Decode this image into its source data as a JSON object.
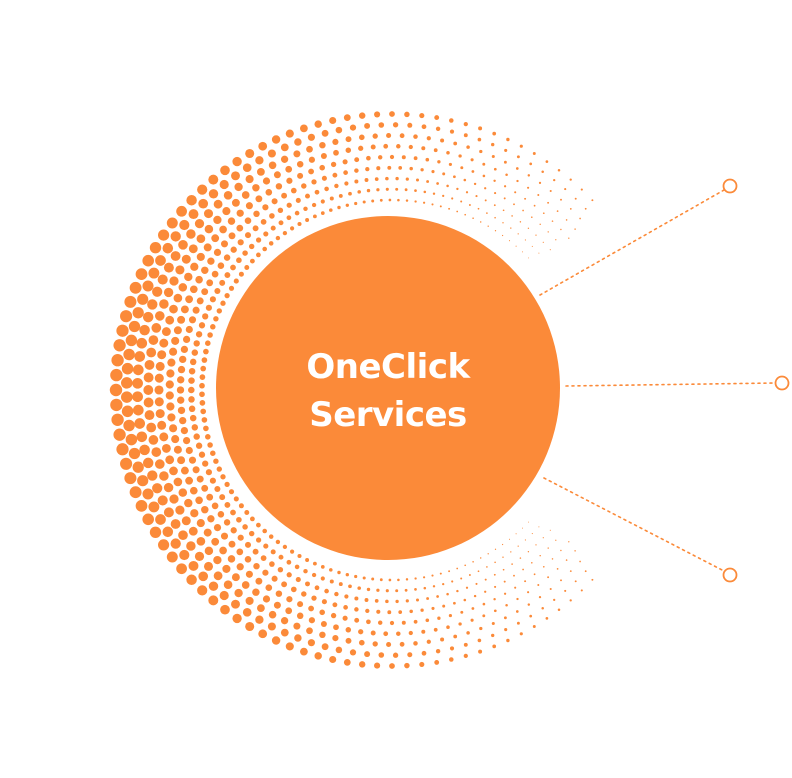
{
  "hub": {
    "line1": "OneClick",
    "line2": "Services"
  },
  "colors": {
    "accent": "#FB8A39",
    "text": "#FFFFFF",
    "background": "#FFFFFF"
  },
  "connectors": [
    {
      "name": "connector-top"
    },
    {
      "name": "connector-middle"
    },
    {
      "name": "connector-bottom"
    }
  ]
}
